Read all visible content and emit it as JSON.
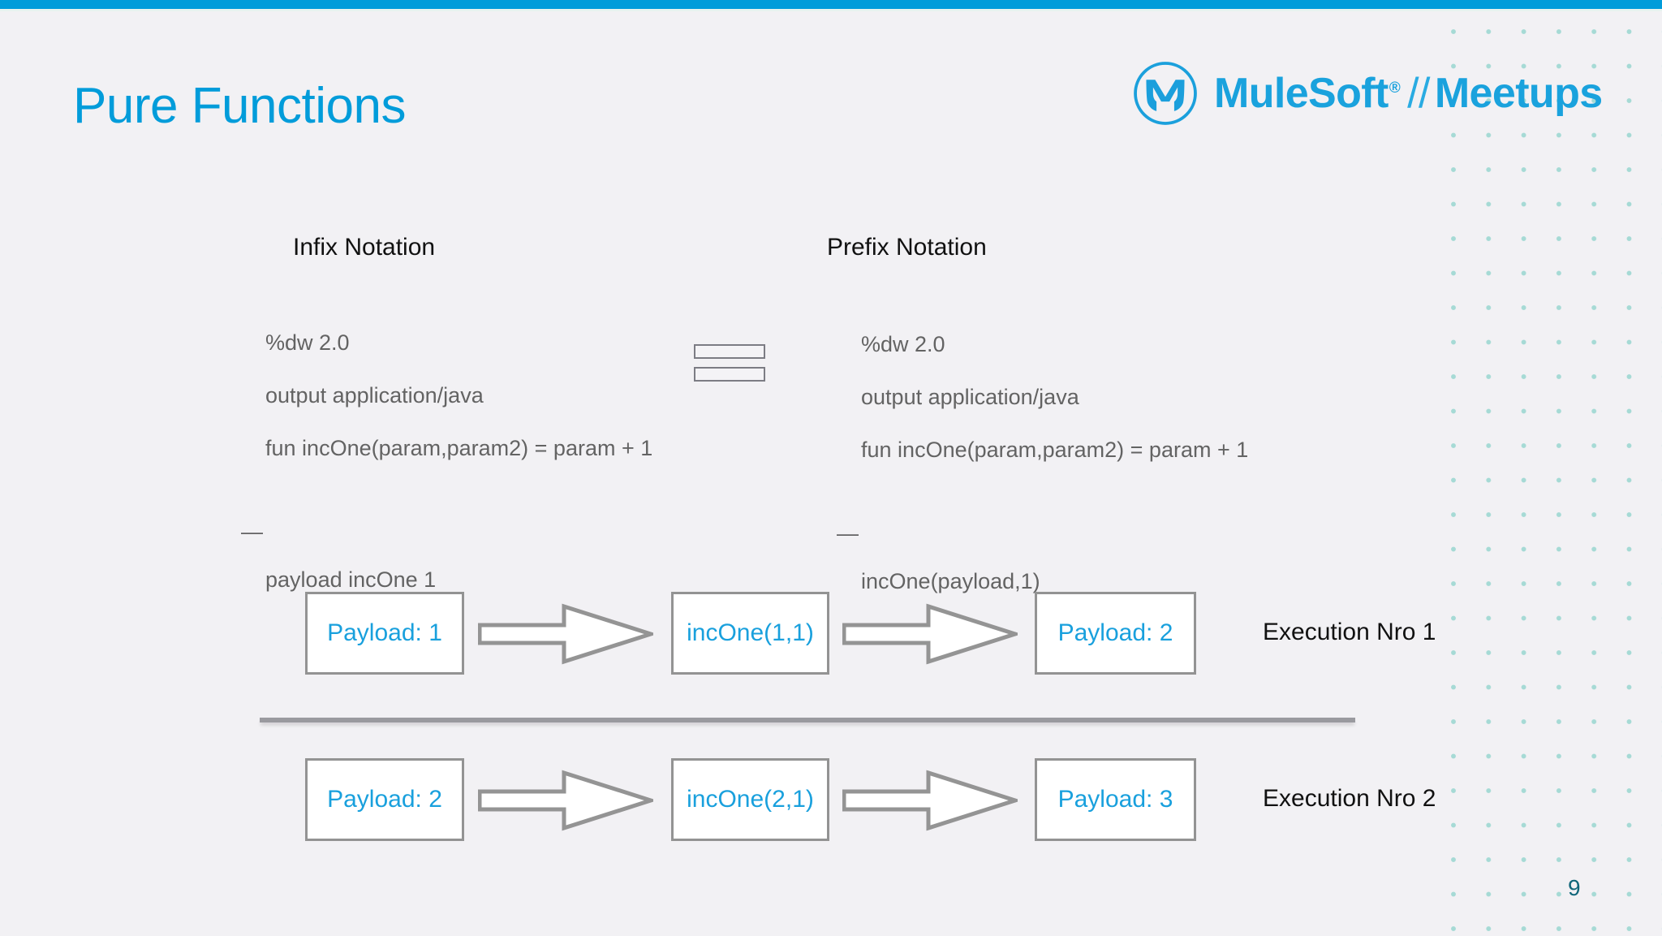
{
  "slide": {
    "title": "Pure Functions",
    "page_number": "9",
    "accent_color": "#019cda",
    "background_color": "#f2f1f4",
    "text_blue": "#19a0dd",
    "dot_color": "#9fd8d2"
  },
  "logo": {
    "mark_name": "mulesoft-m-icon",
    "brand": "MuleSoft",
    "registered": "®",
    "separator": "//",
    "product": "Meetups",
    "color": "#1aa2dd"
  },
  "comparison": {
    "left": {
      "heading": "Infix Notation",
      "code_lines": [
        "%dw 2.0",
        "output application/java",
        "fun incOne(param,param2) = param + 1"
      ],
      "separator": "—",
      "final_line": "payload incOne 1"
    },
    "right": {
      "heading": "Prefix Notation",
      "code_lines": [
        "%dw 2.0",
        "output application/java",
        "fun incOne(param,param2) = param + 1"
      ],
      "separator": "—",
      "final_line": "incOne(payload,1)"
    },
    "equals_symbol": "="
  },
  "executions": [
    {
      "input": "Payload: 1",
      "operation": "incOne(1,1)",
      "output": "Payload: 2",
      "label": "Execution Nro 1"
    },
    {
      "input": "Payload: 2",
      "operation": "incOne(2,1)",
      "output": "Payload: 3",
      "label": "Execution Nro 2"
    }
  ]
}
